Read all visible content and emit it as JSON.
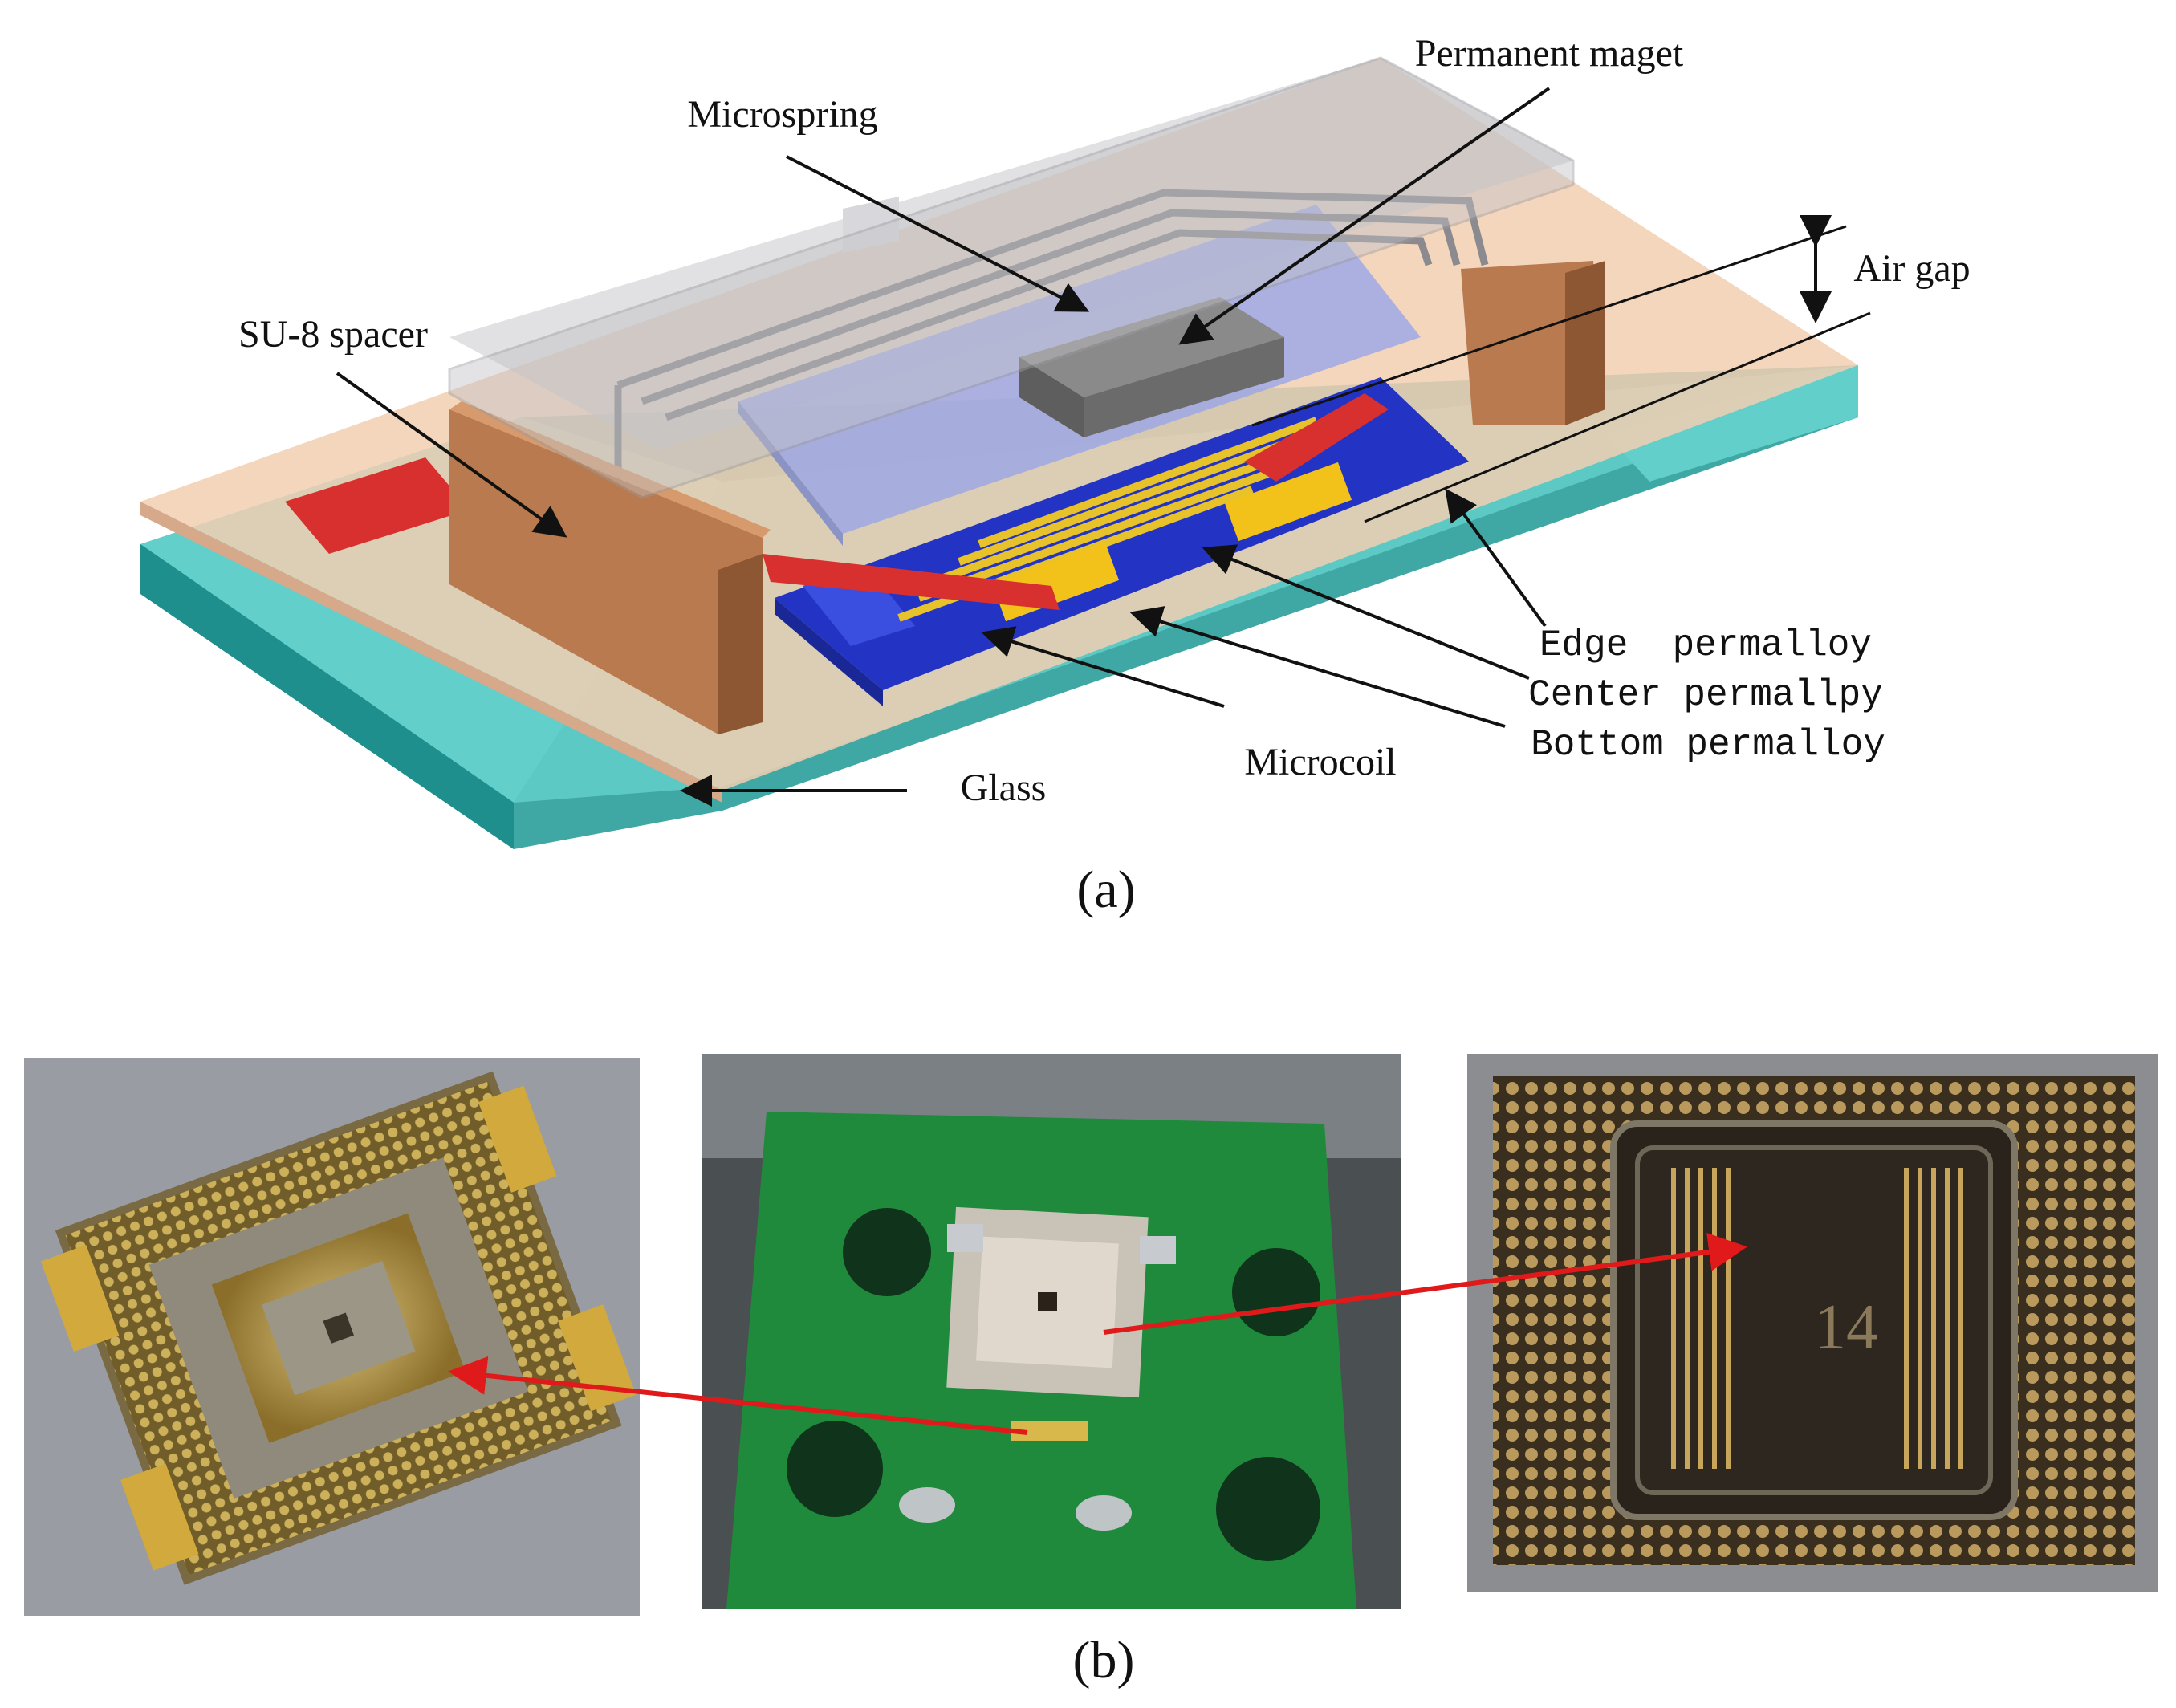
{
  "panel_a": {
    "caption": "(a)",
    "labels": {
      "permanent_magnet": "Permanent maget",
      "microspring": "Microspring",
      "air_gap": "Air gap",
      "su8_spacer": "SU-8 spacer",
      "edge_permalloy": "Edge  permalloy",
      "center_permalloy": "Center permallpy",
      "bottom_permalloy": "Bottom permalloy",
      "microcoil": "Microcoil",
      "glass": "Glass"
    }
  },
  "panel_b": {
    "caption": "(b)",
    "chip_number": "14"
  },
  "colors": {
    "glass": "#5cc7c4",
    "spacer": "#b87a4e",
    "magnet": "#6b6b6b",
    "microspring_plate": "#9aa6e8",
    "bottom_permalloy": "#2334c4",
    "coil": "#e8c22a",
    "lead": "#d8302e",
    "pcb": "#1f8a3c",
    "arrow_red": "#e01a1a"
  }
}
